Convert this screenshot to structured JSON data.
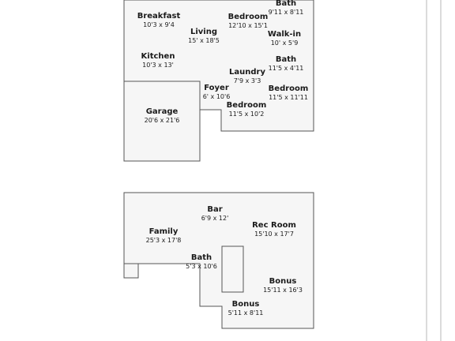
{
  "colors": {
    "wall_fill": "#f6f6f6",
    "wall_stroke": "#555555",
    "text": "#1a1a1a"
  },
  "upper_floor": {
    "rooms": [
      {
        "id": "bath-top",
        "name": "Bath",
        "dim": "9'11 x 8'11"
      },
      {
        "id": "breakfast",
        "name": "Breakfast",
        "dim": "10'3 x 9'4"
      },
      {
        "id": "bedroom-top",
        "name": "Bedroom",
        "dim": "12'10 x 15'1"
      },
      {
        "id": "living",
        "name": "Living",
        "dim": "15' x 18'5"
      },
      {
        "id": "walk-in",
        "name": "Walk-in",
        "dim": "10' x 5'9"
      },
      {
        "id": "kitchen",
        "name": "Kitchen",
        "dim": "10'3 x 13'"
      },
      {
        "id": "bath-mid",
        "name": "Bath",
        "dim": "11'5 x 4'11"
      },
      {
        "id": "laundry",
        "name": "Laundry",
        "dim": "7'9 x 3'3"
      },
      {
        "id": "foyer",
        "name": "Foyer",
        "dim": "6' x 10'6"
      },
      {
        "id": "bedroom-right",
        "name": "Bedroom",
        "dim": "11'5 x 11'11"
      },
      {
        "id": "bedroom-lower",
        "name": "Bedroom",
        "dim": "11'5 x 10'2"
      },
      {
        "id": "garage",
        "name": "Garage",
        "dim": "20'6 x 21'6"
      }
    ]
  },
  "lower_floor": {
    "rooms": [
      {
        "id": "bar",
        "name": "Bar",
        "dim": "6'9 x 12'"
      },
      {
        "id": "rec-room",
        "name": "Rec Room",
        "dim": "15'10 x 17'7"
      },
      {
        "id": "family",
        "name": "Family",
        "dim": "25'3 x 17'8"
      },
      {
        "id": "bath-lower",
        "name": "Bath",
        "dim": "5'3 x 10'6"
      },
      {
        "id": "bonus-right",
        "name": "Bonus",
        "dim": "15'11 x 16'3"
      },
      {
        "id": "bonus-bottom",
        "name": "Bonus",
        "dim": "5'11 x 8'11"
      }
    ]
  }
}
